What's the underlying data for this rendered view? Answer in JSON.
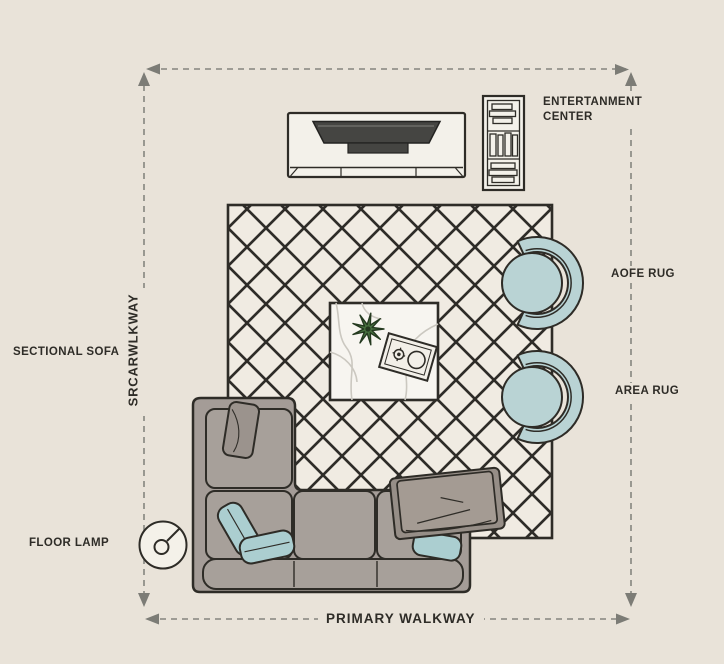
{
  "diagram": {
    "type": "living-room floor plan, top view",
    "labels": {
      "entertainment_center": {
        "line1": "ENTERTANMENT",
        "line2": "CENTER"
      },
      "aofe_rug": "AOFE RUG",
      "sectional_sofa": "SECTIONAL SOFA",
      "side_walkway_vertical": "SRCARWLKWAY",
      "area_rug": "AREA RUG",
      "floor_lamp": "FLOOR LAMP",
      "primary_walkway": "PRIMARY WALKWAY"
    },
    "colors": {
      "background": "#e9e3d9",
      "outline_dark": "#2e2c27",
      "rug_cream": "#f0ebe2",
      "furniture_white": "#f3f1ea",
      "tv_screen_dark": "#454542",
      "sofa_gray": "#a49c97",
      "cushion_gray": "#a7a09a",
      "pillow_blue": "#abced0",
      "chair_blue": "#b9d3d4",
      "throw_taupe": "#a49b93",
      "plant_green": "#47703f",
      "dimension_gray": "#85857f",
      "marble_vein": "#cbc8c0"
    },
    "icons": {
      "tv_media_console": "tv-on-media-console-icon",
      "bookshelf": "bookshelf-top-view-icon",
      "rug": "lattice-area-rug-icon",
      "coffee_table": "marble-coffee-table-icon",
      "plant": "plant-top-view-icon",
      "tray": "decor-tray-icon",
      "accent_chair": "round-accent-chair-icon",
      "sectional_sofa": "l-shaped-sectional-sofa-icon",
      "floor_lamp": "floor-lamp-icon",
      "dimension_lines": "dashed-dimension-arrows-icon"
    }
  }
}
